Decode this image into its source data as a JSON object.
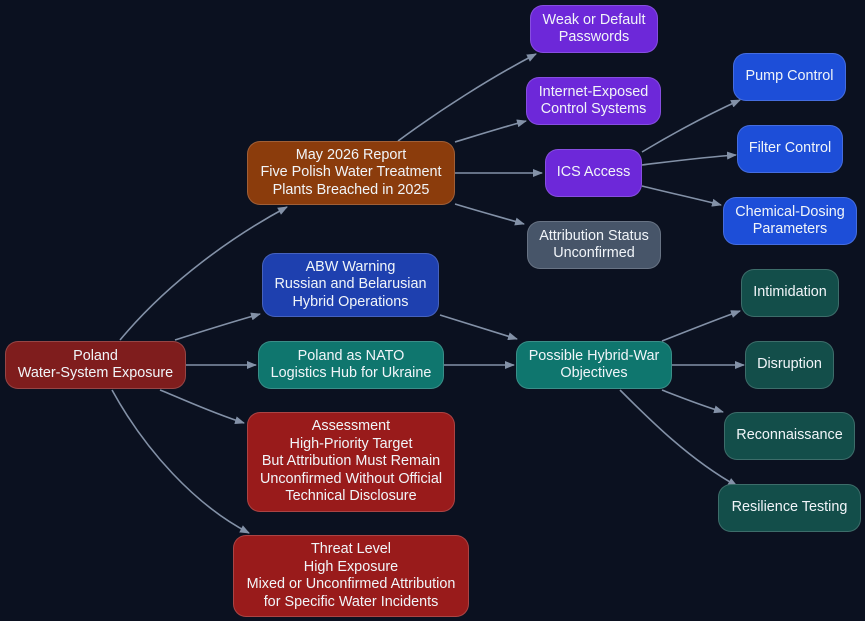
{
  "colors": {
    "background": "#0b1120",
    "edge": "#8391a7"
  },
  "nodes": {
    "poland": {
      "lines": [
        "Poland",
        "Water-System Exposure"
      ]
    },
    "report": {
      "lines": [
        "May 2026 Report",
        "Five Polish Water Treatment",
        "Plants Breached in 2025"
      ]
    },
    "abw": {
      "lines": [
        "ABW Warning",
        "Russian and Belarusian",
        "Hybrid Operations"
      ]
    },
    "nato": {
      "lines": [
        "Poland as NATO",
        "Logistics Hub for Ukraine"
      ]
    },
    "assessment": {
      "lines": [
        "Assessment",
        "High-Priority Target",
        "But Attribution Must Remain",
        "Unconfirmed Without Official",
        "Technical Disclosure"
      ]
    },
    "threat": {
      "lines": [
        "Threat Level",
        "High Exposure",
        "Mixed or Unconfirmed Attribution",
        "for Specific Water Incidents"
      ]
    },
    "weak_passwords": {
      "lines": [
        "Weak or Default",
        "Passwords"
      ]
    },
    "internet_exposed": {
      "lines": [
        "Internet-Exposed",
        "Control Systems"
      ]
    },
    "ics_access": {
      "lines": [
        "ICS Access"
      ]
    },
    "attribution": {
      "lines": [
        "Attribution Status",
        "Unconfirmed"
      ]
    },
    "pump": {
      "lines": [
        "Pump Control"
      ]
    },
    "filter": {
      "lines": [
        "Filter Control"
      ]
    },
    "chemical": {
      "lines": [
        "Chemical-Dosing",
        "Parameters"
      ]
    },
    "objectives": {
      "lines": [
        "Possible Hybrid-War",
        "Objectives"
      ]
    },
    "intimidation": {
      "lines": [
        "Intimidation"
      ]
    },
    "disruption": {
      "lines": [
        "Disruption"
      ]
    },
    "reconnaissance": {
      "lines": [
        "Reconnaissance"
      ]
    },
    "resilience": {
      "lines": [
        "Resilience Testing"
      ]
    }
  },
  "edges": [
    {
      "from": "poland",
      "to": "report"
    },
    {
      "from": "poland",
      "to": "abw"
    },
    {
      "from": "poland",
      "to": "nato"
    },
    {
      "from": "poland",
      "to": "assessment"
    },
    {
      "from": "poland",
      "to": "threat"
    },
    {
      "from": "report",
      "to": "weak_passwords"
    },
    {
      "from": "report",
      "to": "internet_exposed"
    },
    {
      "from": "report",
      "to": "ics_access"
    },
    {
      "from": "report",
      "to": "attribution"
    },
    {
      "from": "ics_access",
      "to": "pump"
    },
    {
      "from": "ics_access",
      "to": "filter"
    },
    {
      "from": "ics_access",
      "to": "chemical"
    },
    {
      "from": "abw",
      "to": "objectives"
    },
    {
      "from": "nato",
      "to": "objectives"
    },
    {
      "from": "objectives",
      "to": "intimidation"
    },
    {
      "from": "objectives",
      "to": "disruption"
    },
    {
      "from": "objectives",
      "to": "reconnaissance"
    },
    {
      "from": "objectives",
      "to": "resilience"
    }
  ]
}
